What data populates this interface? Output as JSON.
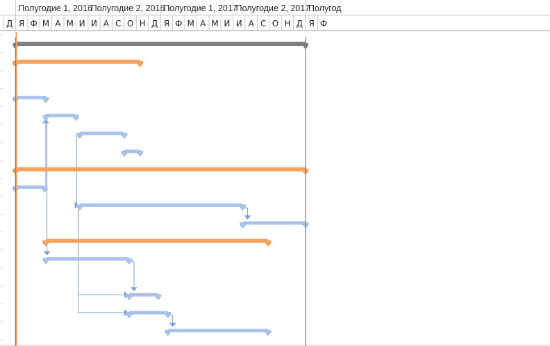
{
  "timeline": {
    "periods": [
      {
        "label": "Полугодие 1, 2016"
      },
      {
        "label": "Полугодие 2, 2016"
      },
      {
        "label": "Полугодие 1, 2017"
      },
      {
        "label": "Полугодие 2, 2017"
      },
      {
        "label": "Полугод"
      }
    ],
    "months": [
      "Д",
      "Я",
      "Ф",
      "М",
      "А",
      "М",
      "И",
      "И",
      "А",
      "С",
      "О",
      "Н",
      "Д",
      "Я",
      "Ф",
      "М",
      "А",
      "М",
      "И",
      "И",
      "А",
      "С",
      "О",
      "Н",
      "Д",
      "Я",
      "Ф"
    ]
  },
  "colors": {
    "summary": "#f4a460",
    "task": "#a9c4e8",
    "link": "#7ea3d4",
    "project_summary": "#7f7f7f",
    "grid": "#c8c8c8",
    "today_line": "#f4a460"
  },
  "tasks": [
    {
      "row": 0,
      "type": "project-summary",
      "start": 1.0,
      "end": 25.0
    },
    {
      "row": 1,
      "type": "summary",
      "start": 1.0,
      "end": 11.3
    },
    {
      "row": 3,
      "type": "task",
      "start": 1.0,
      "end": 3.5
    },
    {
      "row": 4,
      "type": "task",
      "start": 3.5,
      "end": 6.0
    },
    {
      "row": 5,
      "type": "task",
      "start": 6.3,
      "end": 10.0
    },
    {
      "row": 6,
      "type": "task",
      "start": 10.0,
      "end": 11.3
    },
    {
      "row": 7,
      "type": "summary",
      "start": 1.0,
      "end": 25.0
    },
    {
      "row": 8,
      "type": "task",
      "start": 1.0,
      "end": 3.4
    },
    {
      "row": 9,
      "type": "task",
      "start": 6.3,
      "end": 19.8
    },
    {
      "row": 10,
      "type": "task",
      "start": 19.8,
      "end": 25.0
    },
    {
      "row": 11,
      "type": "summary",
      "start": 3.5,
      "end": 21.9
    },
    {
      "row": 12,
      "type": "task",
      "start": 3.5,
      "end": 10.4
    },
    {
      "row": 14,
      "type": "task",
      "start": 10.4,
      "end": 12.8
    },
    {
      "row": 15,
      "type": "task",
      "start": 10.4,
      "end": 13.6
    },
    {
      "row": 16,
      "type": "task",
      "start": 13.6,
      "end": 21.9
    }
  ],
  "links": [
    {
      "from_row": 8,
      "to_row": 4,
      "x": 3.5,
      "kind": "up"
    },
    {
      "from_row": 4,
      "to_row": 12,
      "x": 3.6,
      "kind": "down"
    },
    {
      "from_row": 5,
      "to_row": 9,
      "x": 6.05,
      "kind": "elbow"
    },
    {
      "from_row": 9,
      "to_row": 10,
      "x": 20.2,
      "kind": "down"
    },
    {
      "from_row": 9,
      "to_row": 14,
      "x": 6.2,
      "kind": "elbow"
    },
    {
      "from_row": 9,
      "to_row": 15,
      "x": 6.2,
      "kind": "elbow"
    },
    {
      "from_row": 12,
      "to_row": 14,
      "x": 10.8,
      "kind": "down"
    },
    {
      "from_row": 15,
      "to_row": 16,
      "x": 14.0,
      "kind": "down"
    }
  ],
  "status_date_month": 1.0,
  "today_month": 0.15
}
